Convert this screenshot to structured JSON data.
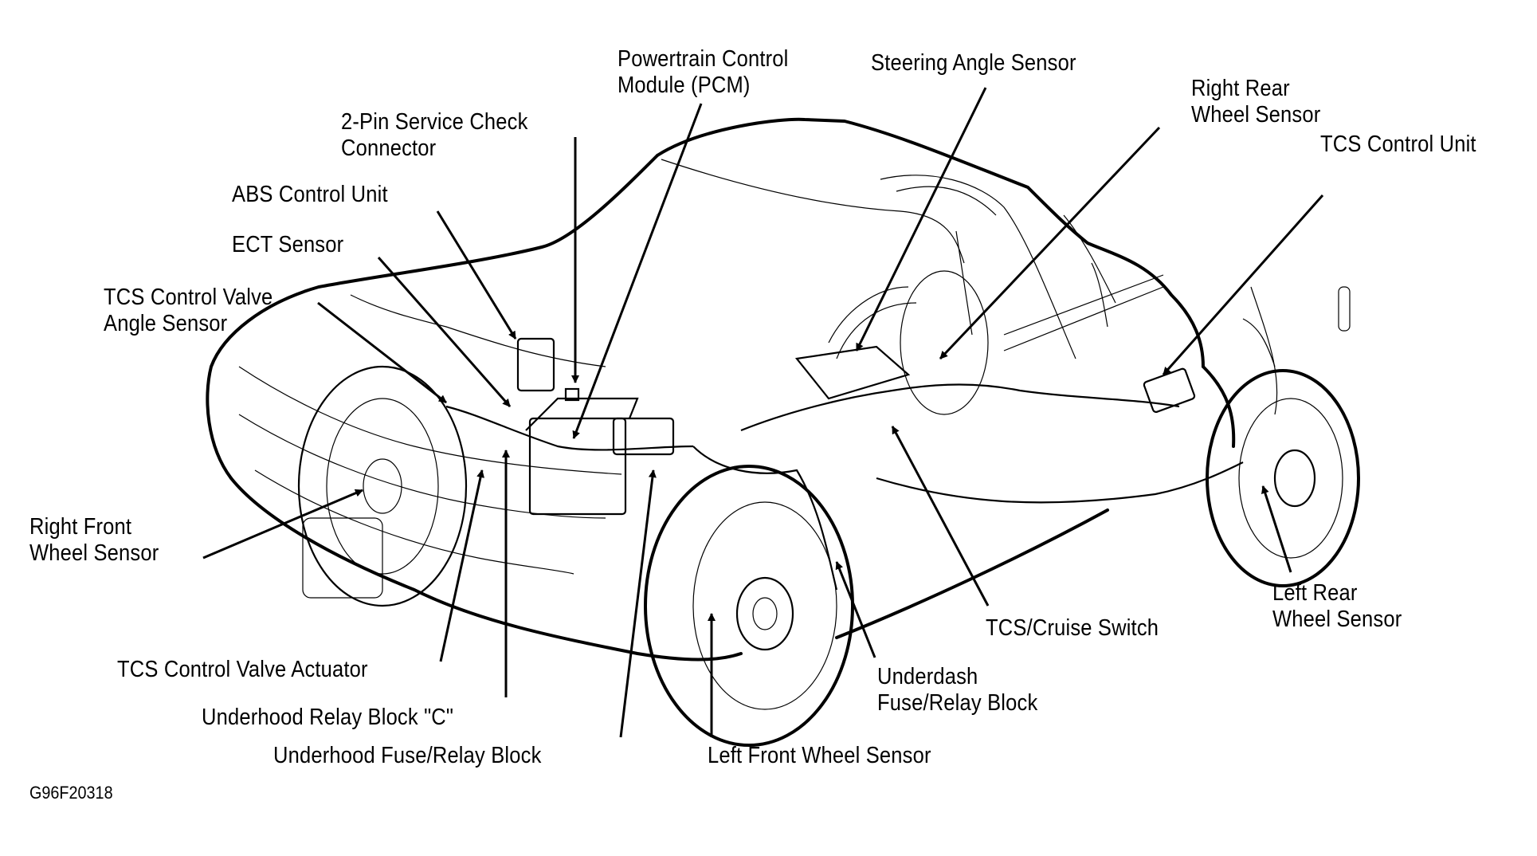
{
  "figure_code": "G96F20318",
  "labels": {
    "pcm": [
      "Powertrain Control",
      "Module (PCM)"
    ],
    "steering_angle_sensor": [
      "Steering Angle Sensor"
    ],
    "right_rear_wheel_sensor": [
      "Right Rear",
      "Wheel Sensor"
    ],
    "tcs_control_unit": [
      "TCS Control Unit"
    ],
    "service_check_connector": [
      "2-Pin Service Check",
      "Connector"
    ],
    "abs_control_unit": [
      "ABS Control Unit"
    ],
    "ect_sensor": [
      "ECT Sensor"
    ],
    "tcs_valve_angle_sensor": [
      "TCS Control Valve",
      "Angle Sensor"
    ],
    "right_front_wheel_sensor": [
      "Right Front",
      "Wheel Sensor"
    ],
    "tcs_valve_actuator": [
      "TCS Control Valve Actuator"
    ],
    "underhood_relay_block_c": [
      "Underhood Relay Block \"C\""
    ],
    "underhood_fuse_relay_block": [
      "Underhood Fuse/Relay Block"
    ],
    "left_front_wheel_sensor": [
      "Left Front Wheel Sensor"
    ],
    "underdash_fuse_relay_block": [
      "Underdash",
      "Fuse/Relay Block"
    ],
    "tcs_cruise_switch": [
      "TCS/Cruise Switch"
    ],
    "left_rear_wheel_sensor": [
      "Left Rear",
      "Wheel Sensor"
    ]
  }
}
